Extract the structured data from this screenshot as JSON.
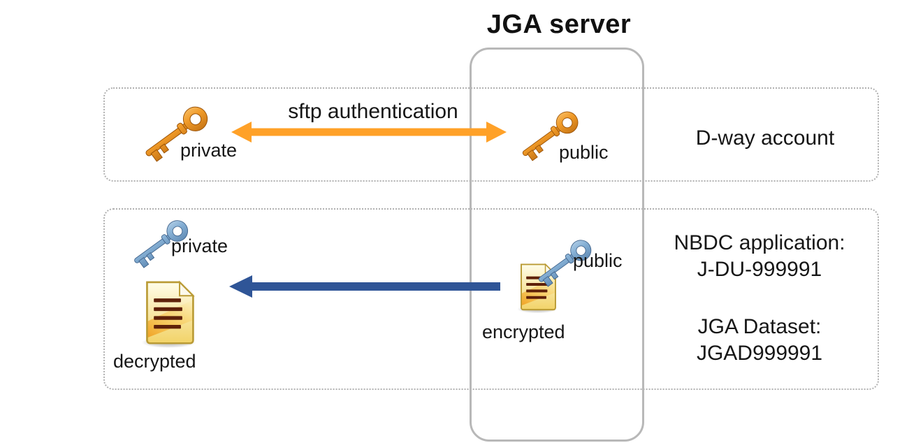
{
  "server_label": "JGA server",
  "colors": {
    "arrow_orange": "#FFA128",
    "arrow_blue": "#2F5597",
    "key_gold": "#F09A28",
    "key_blue": "#85AFD4",
    "document_yellow": "#F2D368",
    "box_border_gray": "#B3B3B3"
  },
  "dway_section": {
    "private_key_label": "private",
    "public_key_label": "public",
    "arrow_label": "sftp authentication",
    "account_label": "D-way account"
  },
  "dataset_section": {
    "private_key_label": "private",
    "public_key_label": "public",
    "encrypted_label": "encrypted",
    "decrypted_label": "decrypted",
    "application_label": "NBDC application:",
    "application_id": "J-DU-999991",
    "dataset_label": "JGA Dataset:",
    "dataset_id": "JGAD999991"
  }
}
